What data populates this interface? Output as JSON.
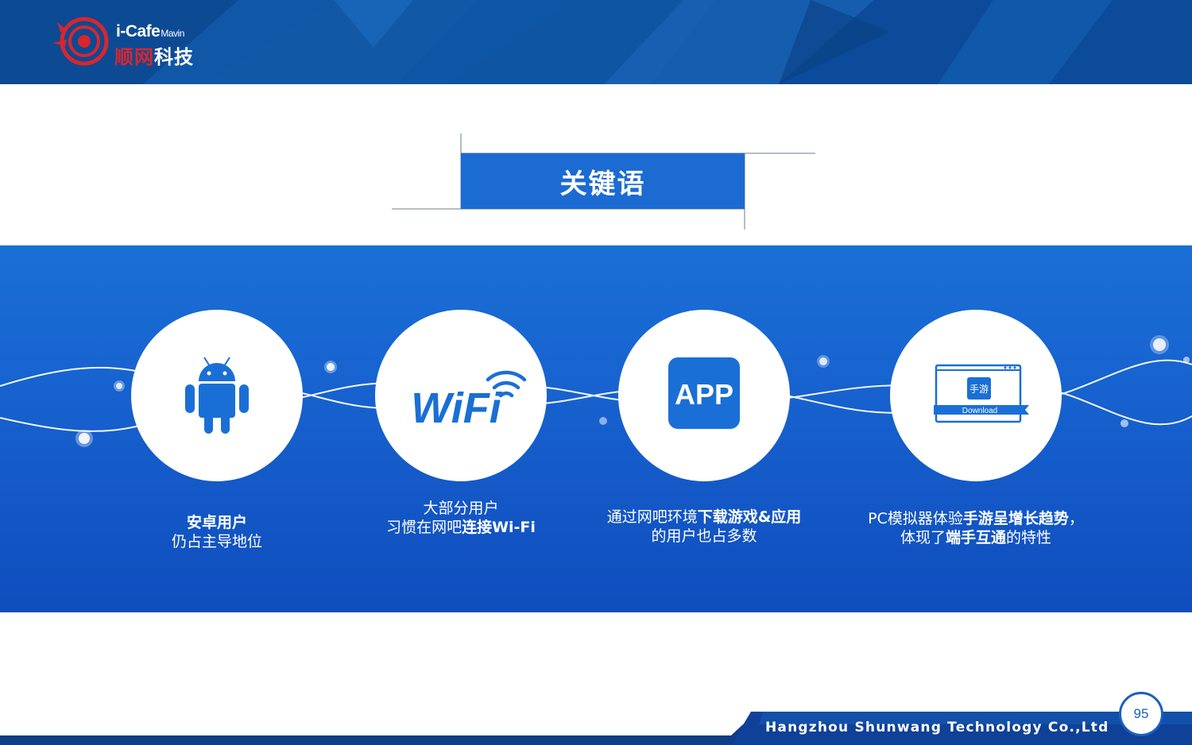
{
  "logo": {
    "brand_top": "i-Cafe",
    "brand_top_small": "Mavin",
    "brand_cn_red": "顺网",
    "brand_cn_white": "科技"
  },
  "heading": {
    "title": "关键语"
  },
  "items": [
    {
      "icon": "android-icon",
      "line1_bold": "安卓用户",
      "line2": "仍占主导地位"
    },
    {
      "icon": "wifi-icon",
      "icon_text": "WiFi",
      "line1": "大部分用户",
      "line2_pre": "习惯在网吧",
      "line2_bold": "连接Wi-Fi"
    },
    {
      "icon": "app-icon",
      "icon_text": "APP",
      "line1_pre": "通过网吧环境",
      "line1_bold": "下载游戏&应用",
      "line2": "的用户也占多数"
    },
    {
      "icon": "mobile-game-download-icon",
      "icon_text": "手游",
      "icon_sub": "Download",
      "line1_pre": "PC模拟器体验",
      "line1_bold": "手游呈增长趋势",
      "line1_post": "，",
      "line2_pre": "体现了",
      "line2_bold": "端手互通",
      "line2_post": "的特性"
    }
  ],
  "footer": {
    "company": "Hangzhou Shunwang Technology Co.,Ltd",
    "page_number": "95"
  },
  "colors": {
    "accent": "#1c6bd3",
    "band_top": "#1a6fd6",
    "band_bottom": "#0f4dbd",
    "header": "#0f4f9c",
    "brand_red": "#d8262d"
  }
}
